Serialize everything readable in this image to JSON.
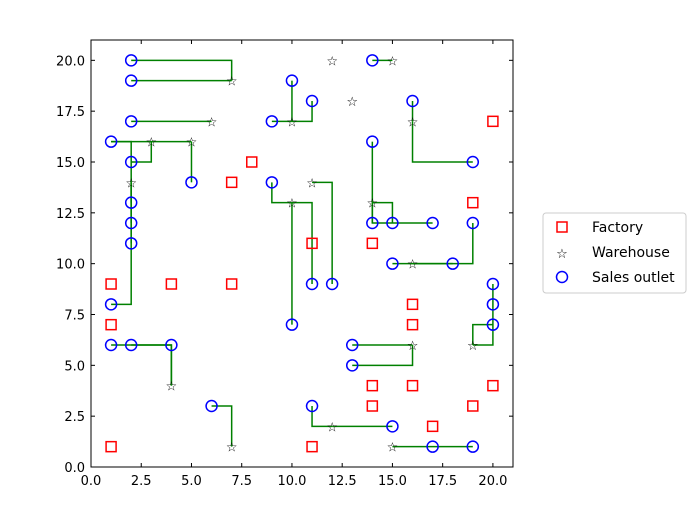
{
  "chart_data": {
    "type": "scatter",
    "title": "",
    "xlabel": "",
    "ylabel": "",
    "xlim": [
      0,
      21
    ],
    "ylim": [
      0,
      21
    ],
    "xticks": [
      "0.0",
      "2.5",
      "5.0",
      "7.5",
      "10.0",
      "12.5",
      "15.0",
      "17.5",
      "20.0"
    ],
    "yticks": [
      "0.0",
      "2.5",
      "5.0",
      "7.5",
      "10.0",
      "12.5",
      "15.0",
      "17.5",
      "20.0"
    ],
    "grid": false,
    "legend_position": "right",
    "legend": [
      "Factory",
      "Warehouse",
      "Sales outlet"
    ],
    "colors": {
      "factory": "#ff0000",
      "warehouse": "#000000",
      "outlet": "#0000ff",
      "link": "#008000"
    },
    "factories": [
      [
        1,
        9
      ],
      [
        1,
        7
      ],
      [
        1,
        1
      ],
      [
        4,
        9
      ],
      [
        7,
        9
      ],
      [
        7,
        14
      ],
      [
        8,
        15
      ],
      [
        11,
        11
      ],
      [
        14,
        11
      ],
      [
        16,
        8
      ],
      [
        16,
        7
      ],
      [
        14,
        4
      ],
      [
        16,
        4
      ],
      [
        14,
        3
      ],
      [
        17,
        2
      ],
      [
        19,
        3
      ],
      [
        20,
        4
      ],
      [
        11,
        1
      ],
      [
        19,
        13
      ],
      [
        20,
        17
      ]
    ],
    "warehouses": [
      [
        7,
        19
      ],
      [
        6,
        17
      ],
      [
        3,
        16
      ],
      [
        5,
        16
      ],
      [
        2,
        14
      ],
      [
        10,
        17
      ],
      [
        12,
        20
      ],
      [
        15,
        20
      ],
      [
        13,
        18
      ],
      [
        16,
        17
      ],
      [
        11,
        14
      ],
      [
        10,
        13
      ],
      [
        14,
        13
      ],
      [
        16,
        10
      ],
      [
        16,
        6
      ],
      [
        19,
        6
      ],
      [
        4,
        4
      ],
      [
        7,
        1
      ],
      [
        12,
        2
      ],
      [
        15,
        1
      ]
    ],
    "outlets": [
      [
        2,
        20
      ],
      [
        2,
        19
      ],
      [
        2,
        17
      ],
      [
        1,
        16
      ],
      [
        2,
        15
      ],
      [
        2,
        13
      ],
      [
        2,
        12
      ],
      [
        2,
        11
      ],
      [
        1,
        8
      ],
      [
        1,
        6
      ],
      [
        2,
        6
      ],
      [
        4,
        6
      ],
      [
        5,
        14
      ],
      [
        6,
        3
      ],
      [
        9,
        17
      ],
      [
        10,
        19
      ],
      [
        11,
        18
      ],
      [
        9,
        14
      ],
      [
        10,
        7
      ],
      [
        11,
        9
      ],
      [
        12,
        9
      ],
      [
        14,
        20
      ],
      [
        14,
        16
      ],
      [
        16,
        18
      ],
      [
        19,
        15
      ],
      [
        14,
        12
      ],
      [
        15,
        12
      ],
      [
        17,
        12
      ],
      [
        15,
        10
      ],
      [
        18,
        10
      ],
      [
        19,
        12
      ],
      [
        20,
        9
      ],
      [
        20,
        8
      ],
      [
        20,
        7
      ],
      [
        13,
        6
      ],
      [
        13,
        5
      ],
      [
        11,
        3
      ],
      [
        15,
        2
      ],
      [
        17,
        1
      ],
      [
        19,
        1
      ]
    ],
    "links": [
      [
        [
          2,
          20
        ],
        [
          7,
          19
        ]
      ],
      [
        [
          2,
          19
        ],
        [
          7,
          19
        ]
      ],
      [
        [
          2,
          17
        ],
        [
          6,
          17
        ]
      ],
      [
        [
          1,
          16
        ],
        [
          2,
          14
        ]
      ],
      [
        [
          1,
          16
        ],
        [
          5,
          16
        ]
      ],
      [
        [
          2,
          15
        ],
        [
          3,
          16
        ]
      ],
      [
        [
          5,
          14
        ],
        [
          5,
          16
        ]
      ],
      [
        [
          2,
          13
        ],
        [
          2,
          14
        ]
      ],
      [
        [
          2,
          12
        ],
        [
          2,
          14
        ]
      ],
      [
        [
          2,
          11
        ],
        [
          2,
          14
        ]
      ],
      [
        [
          1,
          8
        ],
        [
          2,
          14
        ]
      ],
      [
        [
          1,
          6
        ],
        [
          4,
          4
        ]
      ],
      [
        [
          2,
          6
        ],
        [
          4,
          4
        ]
      ],
      [
        [
          6,
          3
        ],
        [
          7,
          1
        ]
      ],
      [
        [
          9,
          17
        ],
        [
          10,
          17
        ]
      ],
      [
        [
          10,
          19
        ],
        [
          10,
          17
        ]
      ],
      [
        [
          10,
          17
        ],
        [
          11,
          18
        ]
      ],
      [
        [
          10,
          13
        ],
        [
          9,
          14
        ]
      ],
      [
        [
          10,
          13
        ],
        [
          10,
          7
        ]
      ],
      [
        [
          10,
          13
        ],
        [
          11,
          9
        ]
      ],
      [
        [
          11,
          14
        ],
        [
          12,
          9
        ]
      ],
      [
        [
          14,
          20
        ],
        [
          15,
          20
        ]
      ],
      [
        [
          16,
          18
        ],
        [
          16,
          17
        ]
      ],
      [
        [
          19,
          15
        ],
        [
          16,
          17
        ]
      ],
      [
        [
          14,
          16
        ],
        [
          14,
          13
        ]
      ],
      [
        [
          14,
          13
        ],
        [
          14,
          12
        ]
      ],
      [
        [
          14,
          13
        ],
        [
          15,
          12
        ]
      ],
      [
        [
          17,
          12
        ],
        [
          14,
          13
        ]
      ],
      [
        [
          15,
          10
        ],
        [
          16,
          10
        ]
      ],
      [
        [
          18,
          10
        ],
        [
          16,
          10
        ]
      ],
      [
        [
          16,
          10
        ],
        [
          19,
          12
        ]
      ],
      [
        [
          13,
          6
        ],
        [
          16,
          6
        ]
      ],
      [
        [
          13,
          5
        ],
        [
          16,
          6
        ]
      ],
      [
        [
          19,
          6
        ],
        [
          20,
          9
        ]
      ],
      [
        [
          20,
          7
        ],
        [
          19,
          6
        ]
      ],
      [
        [
          12,
          2
        ],
        [
          11,
          3
        ]
      ],
      [
        [
          12,
          2
        ],
        [
          15,
          2
        ]
      ],
      [
        [
          15,
          1
        ],
        [
          19,
          1
        ]
      ]
    ]
  }
}
